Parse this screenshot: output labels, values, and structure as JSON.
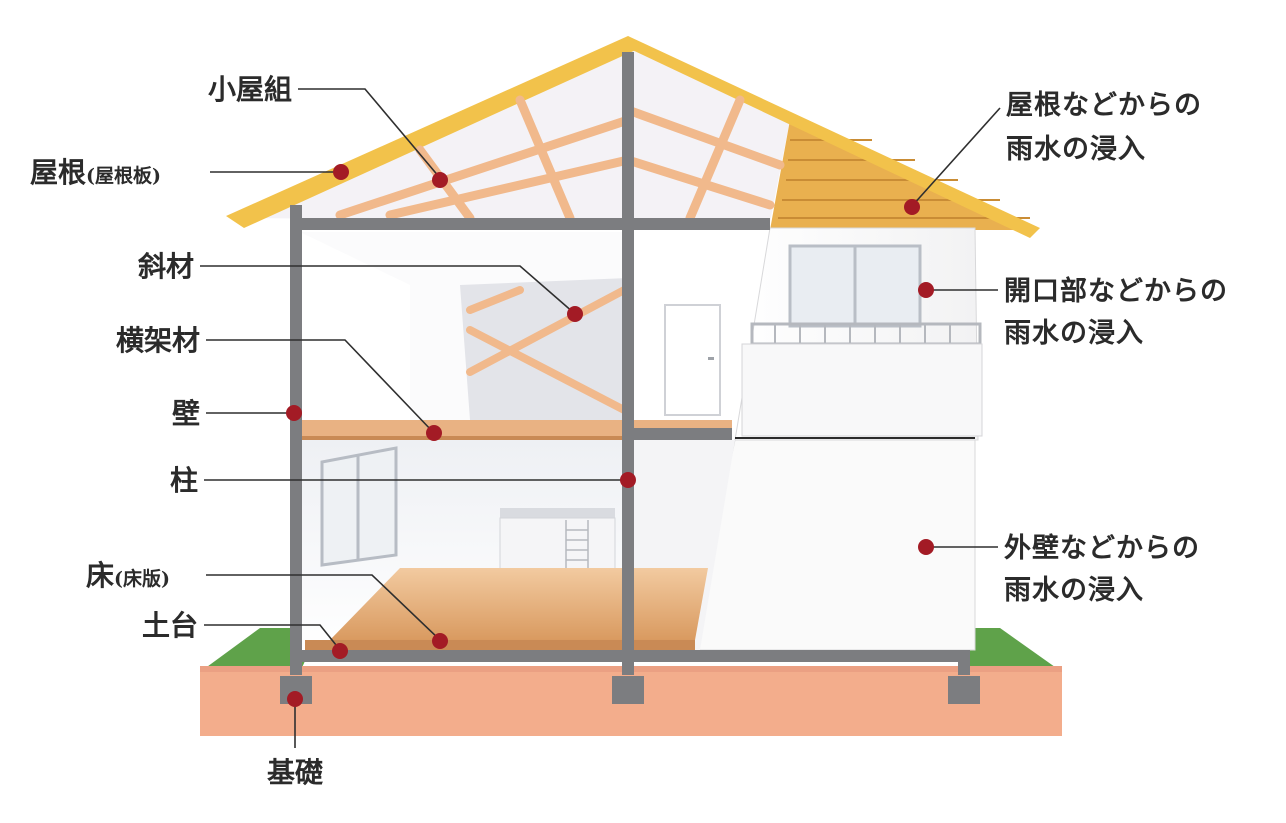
{
  "labels_left": {
    "koyagumi": "小屋組",
    "yane": "屋根",
    "yane_sub": "(屋根板)",
    "shazai": "斜材",
    "yokogazai": "横架材",
    "kabe": "壁",
    "hashira": "柱",
    "yuka": "床",
    "yuka_sub": "(床版)",
    "dodai": "土台",
    "kiso": "基礎"
  },
  "labels_right": {
    "roof_leak_line1": "屋根などからの",
    "roof_leak_line2": "雨水の浸入",
    "opening_leak_line1": "開口部などからの",
    "opening_leak_line2": "雨水の浸入",
    "wall_leak_line1": "外壁などからの",
    "wall_leak_line2": "雨水の浸入"
  },
  "colors": {
    "marker": "#a31b25",
    "roof_edge": "#f2c24b",
    "roof_shingle": "#e9b04f",
    "brace_wood": "#f1b98c",
    "floor_wood": "#e4ab72",
    "frame_gray": "#7c7d80",
    "ground": "#f3ad8c",
    "grass": "#5fa24a",
    "wall_white": "#f7f7f8"
  }
}
